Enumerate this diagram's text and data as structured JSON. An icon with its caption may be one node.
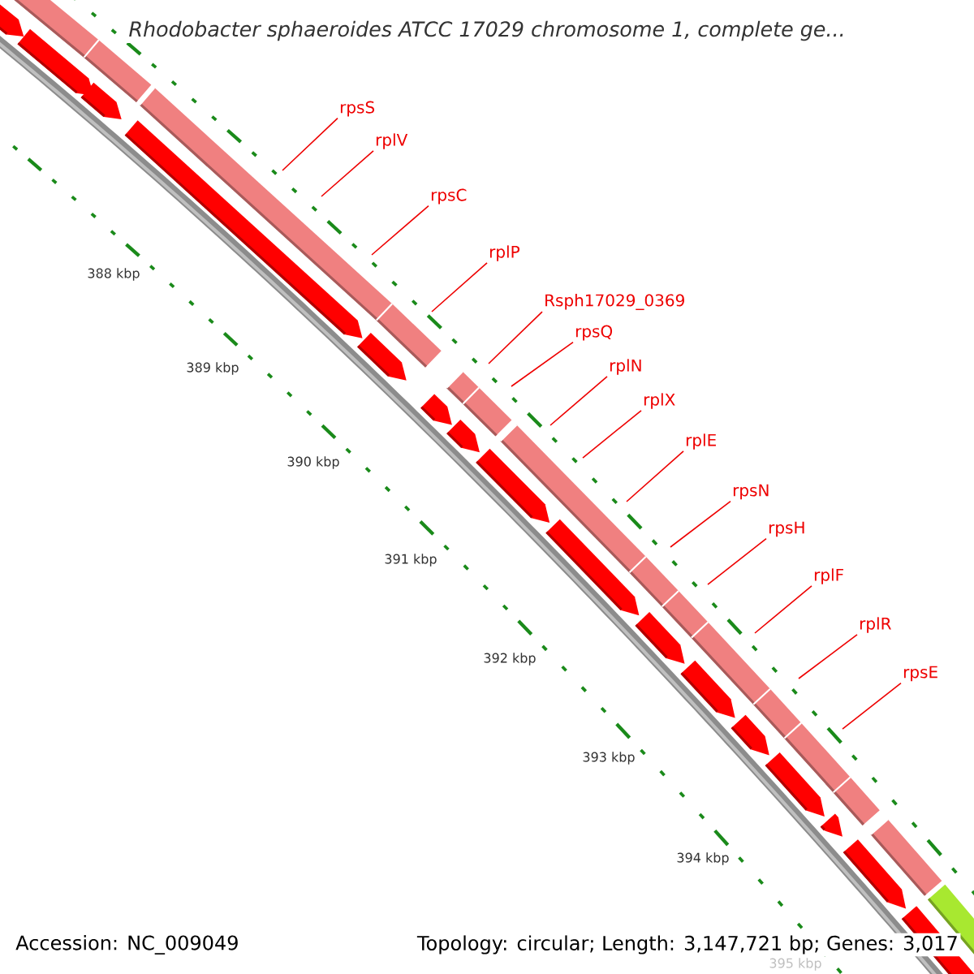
{
  "diagram": {
    "title": "*Rhodobacter sphaeroides* ATCC 17029 chromosome 1, complete ge...",
    "nodes": [
      {
        "text": [
          "rpsS"
        ]
      },
      {
        "text": [
          "rplV"
        ]
      },
      {
        "text": [
          "rpsC"
        ]
      },
      {
        "text": [
          "rplP"
        ]
      },
      {
        "text": [
          "Rsph17029_0369"
        ]
      },
      {
        "text": [
          "rpsQ"
        ]
      },
      {
        "text": [
          "rplN"
        ]
      },
      {
        "text": [
          "rplX"
        ]
      },
      {
        "text": [
          "rplE"
        ]
      },
      {
        "text": [
          "rpsN"
        ]
      },
      {
        "text": [
          "rpsH"
        ]
      },
      {
        "text": [
          "rplF"
        ]
      },
      {
        "text": [
          "rplR"
        ]
      },
      {
        "text": [
          "rpsE"
        ]
      }
    ],
    "edges": [
      {
        "from": 0,
        "to": null,
        "arrow": "none"
      },
      {
        "from": 1,
        "to": null,
        "arrow": "none"
      },
      {
        "from": 2,
        "to": null,
        "arrow": "none"
      },
      {
        "from": 3,
        "to": null,
        "arrow": "none"
      },
      {
        "from": 4,
        "to": null,
        "arrow": "none"
      },
      {
        "from": 5,
        "to": null,
        "arrow": "none"
      },
      {
        "from": 6,
        "to": null,
        "arrow": "none"
      },
      {
        "from": 7,
        "to": null,
        "arrow": "none"
      },
      {
        "from": 8,
        "to": null,
        "arrow": "none"
      },
      {
        "from": 9,
        "to": null,
        "arrow": "none"
      },
      {
        "from": 10,
        "to": null,
        "arrow": "none"
      },
      {
        "from": 11,
        "to": null,
        "arrow": "none"
      },
      {
        "from": 12,
        "to": null,
        "arrow": "none"
      },
      {
        "from": 13,
        "to": null,
        "arrow": "none"
      }
    ],
    "labels": [
      "388 kbp",
      "389 kbp",
      "390 kbp",
      "391 kbp",
      "392 kbp",
      "393 kbp",
      "394 kbp",
      "395 kbp",
      "Accession: NC_009049",
      "Topology: circular; Length: 3,147,721 bp; Genes: 3,017"
    ]
  }
}
